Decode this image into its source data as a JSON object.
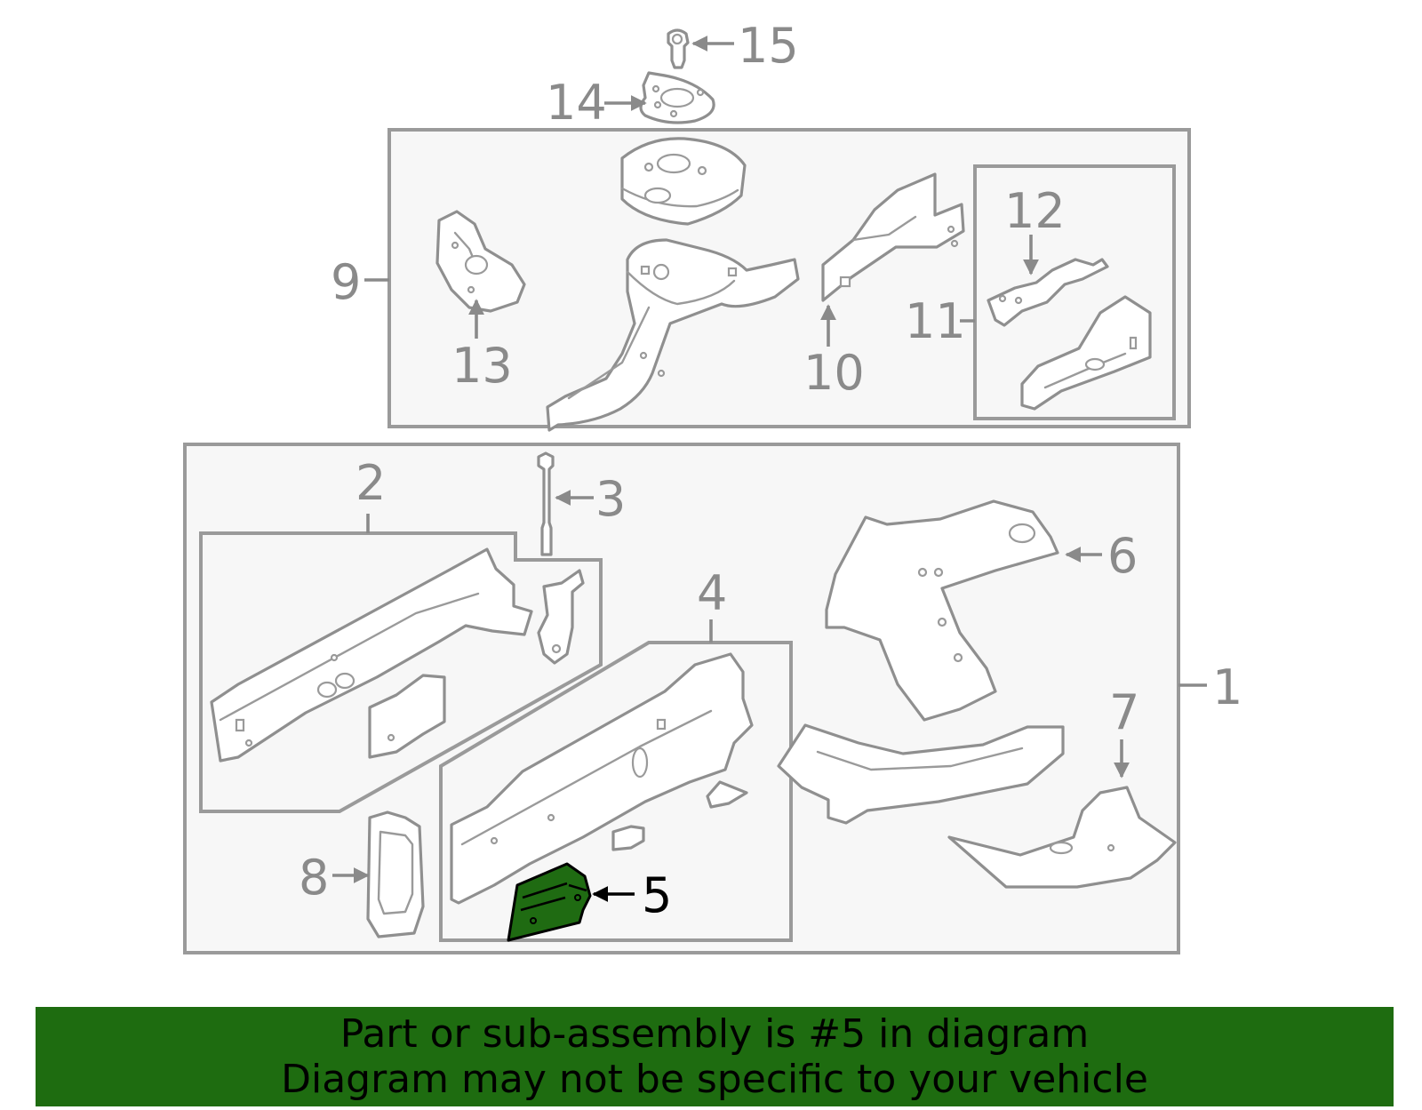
{
  "diagram": {
    "callouts": {
      "c1": "1",
      "c2": "2",
      "c3": "3",
      "c4": "4",
      "c5": "5",
      "c6": "6",
      "c7": "7",
      "c8": "8",
      "c9": "9",
      "c10": "10",
      "c11": "11",
      "c12": "12",
      "c13": "13",
      "c14": "14",
      "c15": "15"
    },
    "highlighted_part": "5",
    "highlight_color": "#1f6b12"
  },
  "banner": {
    "line1": "Part or sub-assembly is #5 in diagram",
    "line2": "Diagram may not be specific to your vehicle",
    "background": "#1e6c10"
  }
}
